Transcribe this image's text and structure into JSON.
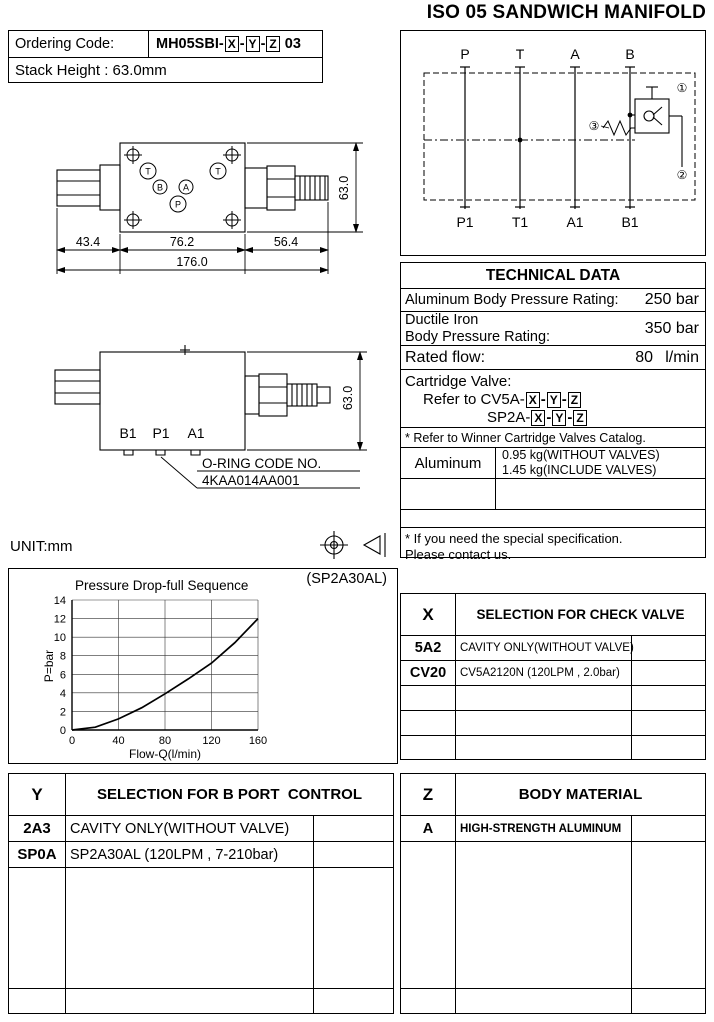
{
  "page": {
    "title": "ISO 05 SANDWICH MANIFOLD",
    "unit_label": "UNIT:mm"
  },
  "placeholders": {
    "x": "X",
    "y": "Y",
    "z": "Z",
    "sep": "-"
  },
  "ordering": {
    "code_label": "Ordering Code:",
    "code_prefix": "MH05SBI-",
    "code_suffix": "03",
    "stack_height": "Stack Height : 63.0mm"
  },
  "drawing_top": {
    "ports": {
      "t_left": "T",
      "t_right": "T",
      "b": "B",
      "a": "A",
      "p": "P"
    },
    "dims": {
      "d1": "43.4",
      "d2": "76.2",
      "d3": "56.4",
      "total": "176.0",
      "height": "63.0"
    }
  },
  "drawing_side": {
    "ports": [
      "B1",
      "P1",
      "A1"
    ],
    "height_dim": "63.0",
    "oring_label": "O-RING CODE NO.",
    "oring_code": "4KAA014AA001"
  },
  "schematic": {
    "top_ports": [
      "P",
      "T",
      "A",
      "B"
    ],
    "bottom_ports": [
      "P1",
      "T1",
      "A1",
      "B1"
    ],
    "callout_1": "①",
    "callout_2": "②",
    "callout_3": "③"
  },
  "technical": {
    "header": "TECHNICAL DATA",
    "row1_label": "Aluminum Body Pressure Rating:",
    "row1_value": "250 bar",
    "row2_label": "Ductile Iron\nBody Pressure Rating:",
    "row2_value": "350 bar",
    "row3_label": "Rated flow:",
    "row3_value": "80",
    "row3_unit": "l/min",
    "cartridge_line1": "Cartridge Valve:",
    "cartridge_line2_prefix": "Refer to CV5A-",
    "cartridge_line3_prefix": "SP2A-",
    "note1": "* Refer to Winner Cartridge Valves Catalog.",
    "weight_material": "Aluminum",
    "weight_line1": "0.95 kg(WITHOUT VALVES)",
    "weight_line2": "1.45 kg(INCLUDE VALVES)",
    "note2_line1": "* If you need the special specification.",
    "note2_line2": "Please contact us."
  },
  "selection_x": {
    "key": "X",
    "title": "SELECTION FOR CHECK VALVE",
    "rows": [
      {
        "code": "5A2",
        "desc": "CAVITY ONLY(WITHOUT VALVE)"
      },
      {
        "code": "CV20",
        "desc": "CV5A2120N (120LPM , 2.0bar)"
      }
    ]
  },
  "selection_y": {
    "key": "Y",
    "title": "SELECTION FOR B PORT  CONTROL",
    "rows": [
      {
        "code": "2A3",
        "desc": "CAVITY ONLY(WITHOUT VALVE)"
      },
      {
        "code": "SP0A",
        "desc": "SP2A30AL (120LPM , 7-210bar)"
      }
    ]
  },
  "selection_z": {
    "key": "Z",
    "title": "BODY MATERIAL",
    "rows": [
      {
        "code": "A",
        "desc": "HIGH-STRENGTH ALUMINUM"
      }
    ]
  },
  "chart_data": {
    "type": "line",
    "title": "Pressure Drop-full Sequence",
    "annotation": "(SP2A30AL)",
    "xlabel": "Flow-Q(l/min)",
    "ylabel": "P=bar",
    "xlim": [
      0,
      160
    ],
    "ylim": [
      0,
      14
    ],
    "x_ticks": [
      0,
      40,
      80,
      120,
      160
    ],
    "y_ticks": [
      0,
      2,
      4,
      6,
      8,
      10,
      12,
      14
    ],
    "grid": true,
    "legend": false,
    "series": [
      {
        "name": "SP2A30AL",
        "x": [
          0,
          20,
          40,
          60,
          80,
          100,
          120,
          140,
          160
        ],
        "y": [
          0,
          0.3,
          1.2,
          2.4,
          3.9,
          5.5,
          7.2,
          9.4,
          12
        ]
      }
    ]
  }
}
